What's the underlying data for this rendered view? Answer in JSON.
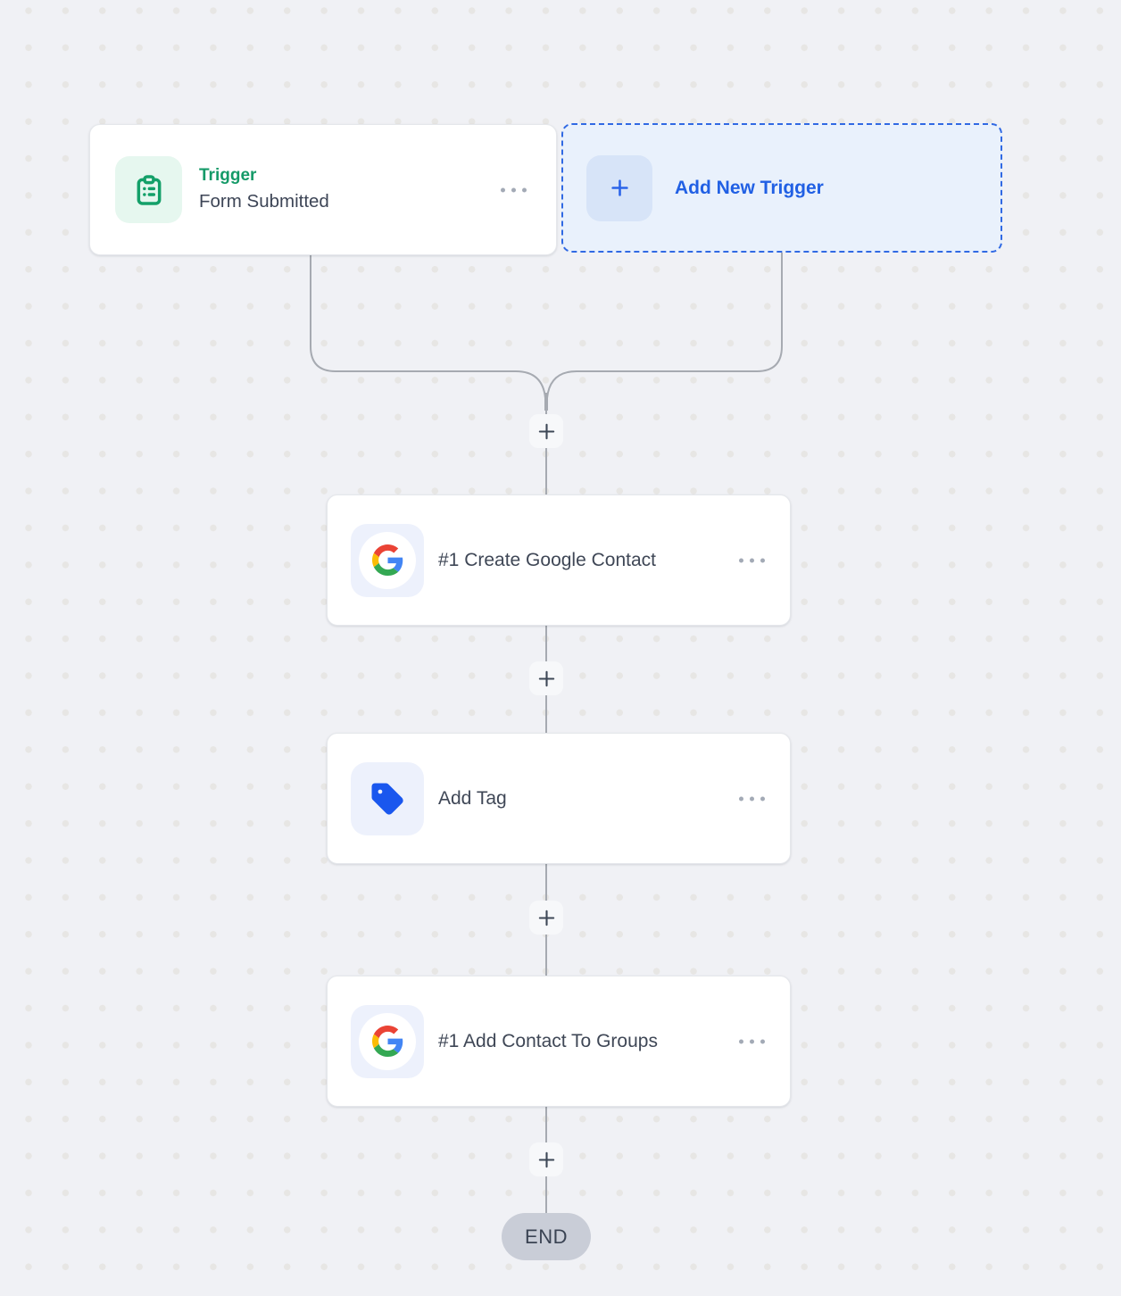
{
  "flow": {
    "trigger_card": {
      "category_label": "Trigger",
      "name": "Form Submitted",
      "icon": "clipboard-list-icon"
    },
    "add_trigger": {
      "label": "Add New Trigger",
      "icon": "plus-icon"
    },
    "steps": [
      {
        "name": "#1 Create Google Contact",
        "icon": "google-logo-icon"
      },
      {
        "name": "Add Tag",
        "icon": "tag-icon"
      },
      {
        "name": "#1 Add Contact To Groups",
        "icon": "google-logo-icon"
      }
    ],
    "end_label": "END",
    "add_step_symbol": "+"
  },
  "colors": {
    "canvas_bg": "#f0f1f5",
    "grid_dot": "#e7e6e4",
    "connector": "#a6aab1",
    "trigger_green": "#159a68",
    "trigger_tile_bg": "#e6f7ef",
    "accent_blue": "#2b64e9",
    "add_trigger_bg": "#e9f1fc",
    "add_trigger_border": "#3069e3",
    "step_tile_bg": "#edf1fc",
    "tag_blue": "#1a57ee",
    "step_text": "#3f4756",
    "plus_node": "#3e4857",
    "end_pill_bg": "#c9cdd7"
  }
}
